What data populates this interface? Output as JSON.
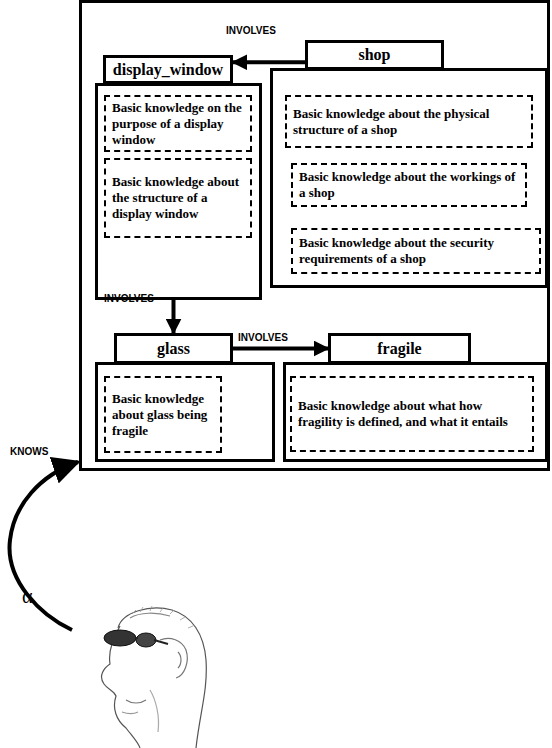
{
  "diagram": {
    "nodes": [
      {
        "text": [
          "display_window"
        ]
      },
      {
        "text": [
          "Basic knowledge on the purpose of a display window"
        ],
        "in": 0
      },
      {
        "text": [
          "Basic knowledge about the structure of a display window"
        ],
        "in": 0
      },
      {
        "text": [
          "shop"
        ]
      },
      {
        "text": [
          "Basic knowledge about the physical structure of a shop"
        ],
        "in": 3
      },
      {
        "text": [
          "Basic knowledge about the workings of a shop"
        ],
        "in": 3
      },
      {
        "text": [
          "Basic knowledge about the security requirements of a shop"
        ],
        "in": 3
      },
      {
        "text": [
          "glass"
        ]
      },
      {
        "text": [
          "Basic knowledge about glass being fragile"
        ],
        "in": 7
      },
      {
        "text": [
          "fragile"
        ]
      },
      {
        "text": [
          "Basic knowledge about what how fragility is defined, and what it entails"
        ],
        "in": 9
      }
    ],
    "edges": [
      {
        "from": 3,
        "to": 0,
        "label": "INVOLVES",
        "arrow": "to"
      },
      {
        "from": 0,
        "to": 7,
        "label": "INVOLVES",
        "arrow": "to"
      },
      {
        "from": 7,
        "to": 9,
        "label": "INVOLVES",
        "arrow": "to"
      }
    ],
    "labels": [
      "KNOWS",
      "α"
    ]
  }
}
